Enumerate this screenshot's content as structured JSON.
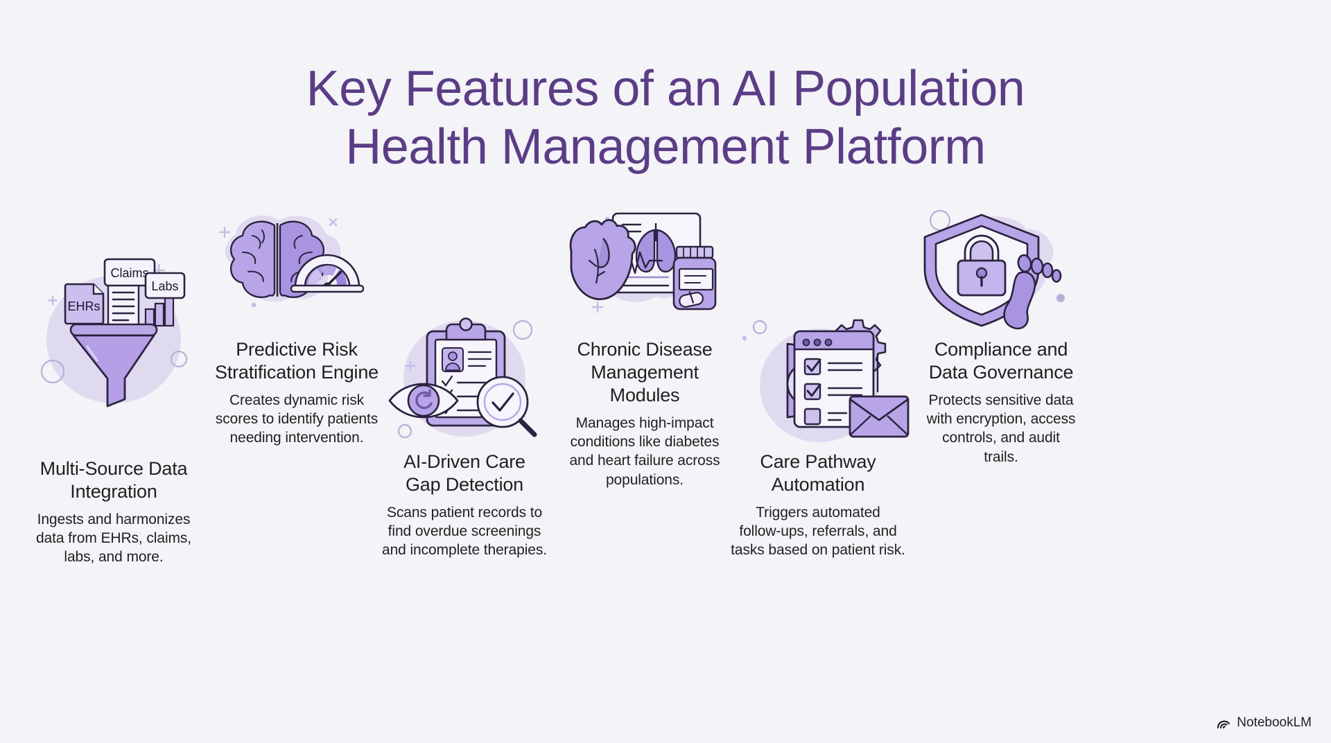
{
  "title": {
    "line1": "Key Features of an AI Population",
    "line2": "Health Management Platform",
    "color": "#5b3d86"
  },
  "theme": {
    "background": "#f4f3f7",
    "accent_purple": "#a796e0",
    "accent_light": "#c7bced",
    "blob": "#e3def3",
    "outline": "#2b2340",
    "text": "#1f1f20"
  },
  "features": [
    {
      "id": "multi-source-data-integration",
      "icon": "funnel-data-icon",
      "icon_labels": [
        "EHRs",
        "Claims",
        "Labs"
      ],
      "heading_line1": "Multi-Source Data",
      "heading_line2": "Integration",
      "desc_line1": "Ingests and harmonizes",
      "desc_line2": "data from EHRs, claims,",
      "desc_line3": "labs, and more."
    },
    {
      "id": "predictive-risk-stratification-engine",
      "icon": "brain-gauge-icon",
      "heading_line1": "Predictive Risk",
      "heading_line2": "Stratification Engine",
      "desc_line1": "Creates dynamic risk",
      "desc_line2": "scores to identify patients",
      "desc_line3": "needing intervention."
    },
    {
      "id": "ai-driven-care-gap-detection",
      "icon": "clipboard-eye-magnifier-icon",
      "heading_line1": "AI-Driven Care",
      "heading_line2": "Gap Detection",
      "desc_line1": "Scans patient records to",
      "desc_line2": "find overdue screenings",
      "desc_line3": "and incomplete therapies."
    },
    {
      "id": "chronic-disease-management-modules",
      "icon": "heart-lungs-medication-icon",
      "heading_line1": "Chronic Disease",
      "heading_line2": "Management",
      "heading_line3": "Modules",
      "desc_line1": "Manages high-impact",
      "desc_line2": "conditions like diabetes",
      "desc_line3": "and heart failure across",
      "desc_line4": "populations."
    },
    {
      "id": "care-pathway-automation",
      "icon": "gear-checklist-envelope-icon",
      "heading_line1": "Care Pathway",
      "heading_line2": "Automation",
      "desc_line1": "Triggers automated",
      "desc_line2": "follow-ups, referrals, and",
      "desc_line3": "tasks based on patient risk."
    },
    {
      "id": "compliance-and-data-governance",
      "icon": "shield-lock-footprint-icon",
      "heading_line1": "Compliance and",
      "heading_line2": "Data Governance",
      "desc_line1": "Protects sensitive data",
      "desc_line2": "with encryption, access",
      "desc_line3": "controls, and audit",
      "desc_line4": "trails."
    }
  ],
  "watermark": {
    "label": "NotebookLM",
    "icon": "notebooklm-logo-icon"
  }
}
